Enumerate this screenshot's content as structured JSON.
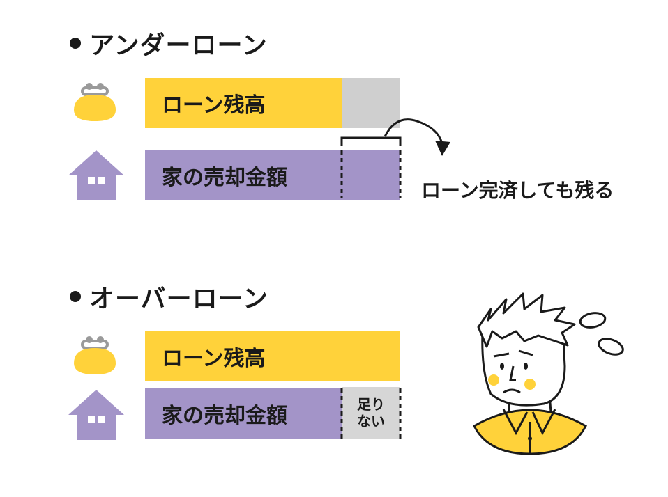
{
  "under_loan": {
    "title": "アンダーローン",
    "balance_label": "ローン残高",
    "sale_label": "家の売却金額",
    "note": "ローン完済しても残る"
  },
  "over_loan": {
    "title": "オーバーローン",
    "balance_label": "ローン残高",
    "sale_label": "家の売却金額",
    "shortfall_line1": "足り",
    "shortfall_line2": "ない"
  },
  "colors": {
    "loan": "#ffd23a",
    "sale": "#a394c8",
    "remainder": "#cfcfcf",
    "house_icon": "#a394c8",
    "purse_icon": "#ffd23a"
  },
  "icons": [
    "purse-icon",
    "house-icon",
    "curved-arrow-icon",
    "worried-man-illustration"
  ]
}
